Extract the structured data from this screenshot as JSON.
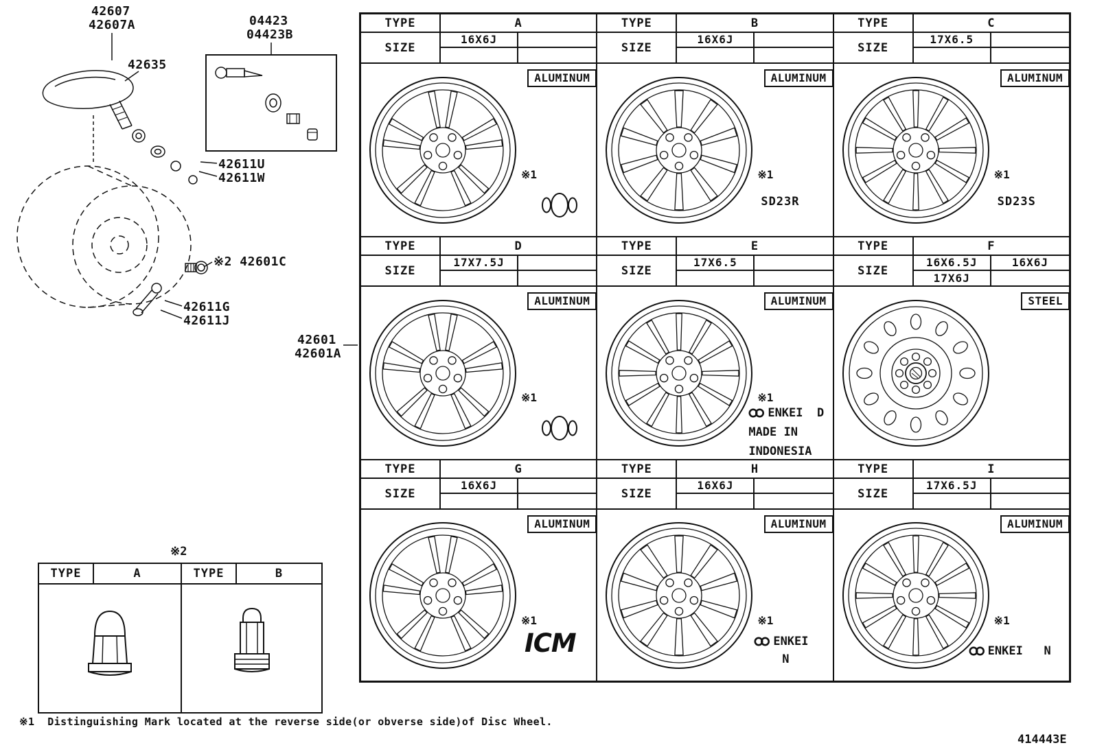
{
  "page": {
    "footnote": "※1  Distinguishing Mark located at the reverse side(or obverse side)of Disc Wheel.",
    "sheet_code": "414443E",
    "ink_color": "#111111",
    "bg_color": "#ffffff"
  },
  "callouts": {
    "sensor_a": "42607",
    "sensor_b": "42607A",
    "sensor_sub": "42635",
    "valve_kit_a": "04423",
    "valve_kit_b": "04423B",
    "washer_u": "42611U",
    "washer_w": "42611W",
    "bolt_mark": "※2",
    "bolt": "42601C",
    "valve_g": "42611G",
    "valve_j": "42611J",
    "wheel_a": "42601",
    "wheel_b": "42601A"
  },
  "nut_table": {
    "mark": "※2",
    "col1_header": "TYPE",
    "col1_value": "A",
    "col2_header": "TYPE",
    "col2_value": "B"
  },
  "wheel_grid": {
    "type_label": "TYPE",
    "size_label": "SIZE",
    "cells": [
      {
        "type_letter": "A",
        "sizes": {
          "r1c1": "16X6J",
          "r1c2": "",
          "r2c1": ""
        },
        "material": "ALUMINUM",
        "mark": "※1",
        "wheel": "v5",
        "brand": {
          "kind": "ovalmark",
          "lines": []
        }
      },
      {
        "type_letter": "B",
        "sizes": {
          "r1c1": "16X6J",
          "r1c2": "",
          "r2c1": ""
        },
        "material": "ALUMINUM",
        "mark": "※1",
        "wheel": "r10",
        "brand": {
          "kind": "text",
          "lines": [
            "SD23R"
          ]
        }
      },
      {
        "type_letter": "C",
        "sizes": {
          "r1c1": "17X6.5",
          "r1c2": "",
          "r2c1": ""
        },
        "material": "ALUMINUM",
        "mark": "※1",
        "wheel": "m12",
        "brand": {
          "kind": "text",
          "lines": [
            "SD23S"
          ]
        }
      },
      {
        "type_letter": "D",
        "sizes": {
          "r1c1": "17X7.5J",
          "r1c2": "",
          "r2c1": ""
        },
        "material": "ALUMINUM",
        "mark": "※1",
        "wheel": "v5",
        "brand": {
          "kind": "ovalmark",
          "lines": []
        }
      },
      {
        "type_letter": "E",
        "sizes": {
          "r1c1": "17X6.5",
          "r1c2": "",
          "r2c1": ""
        },
        "material": "ALUMINUM",
        "mark": "※1",
        "wheel": "m12",
        "brand": {
          "kind": "enkei",
          "lines": [
            "ENKEI  D",
            "MADE IN",
            "INDONESIA"
          ]
        }
      },
      {
        "type_letter": "F",
        "sizes": {
          "r1c1": "16X6.5J",
          "r1c2": "16X6J",
          "r2c1": "17X6J"
        },
        "material": "STEEL",
        "mark": "",
        "wheel": "steel",
        "brand": {
          "kind": "none",
          "lines": []
        }
      },
      {
        "type_letter": "G",
        "sizes": {
          "r1c1": "16X6J",
          "r1c2": "",
          "r2c1": ""
        },
        "material": "ALUMINUM",
        "mark": "※1",
        "wheel": "v5",
        "brand": {
          "kind": "icm",
          "lines": [
            "ICM"
          ]
        }
      },
      {
        "type_letter": "H",
        "sizes": {
          "r1c1": "16X6J",
          "r1c2": "",
          "r2c1": ""
        },
        "material": "ALUMINUM",
        "mark": "※1",
        "wheel": "r10",
        "brand": {
          "kind": "enkei",
          "lines": [
            "ENKEI",
            "N"
          ]
        }
      },
      {
        "type_letter": "I",
        "sizes": {
          "r1c1": "17X6.5J",
          "r1c2": "",
          "r2c1": ""
        },
        "material": "ALUMINUM",
        "mark": "※1",
        "wheel": "m12",
        "brand": {
          "kind": "enkei",
          "lines": [
            "ENKEI   N"
          ]
        }
      }
    ]
  }
}
